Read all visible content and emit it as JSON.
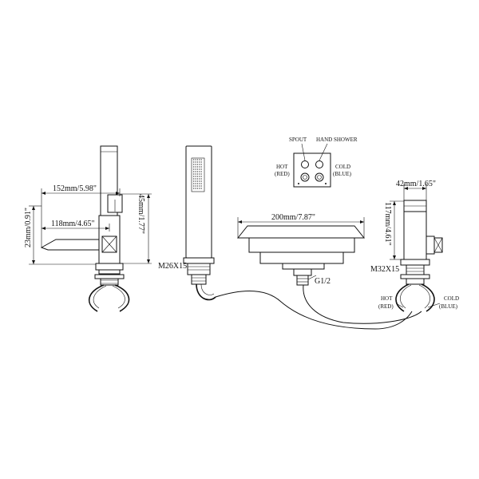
{
  "diagram": {
    "labels": {
      "spout_width": "152mm/5.98\"",
      "spout_reach": "118mm/4.65\"",
      "spout_outlet_height": "23mm/0.91\"",
      "lever_height": "45mm/1.77\"",
      "shower_thread": "M26X15",
      "panel_spout": "SPOUT",
      "panel_hand_shower": "HAND SHOWER",
      "panel_hot": "HOT",
      "panel_hot_color": "(RED)",
      "panel_cold": "COLD",
      "panel_cold_color": "(BLUE)",
      "spout_body_width": "200mm/7.87\"",
      "spout_thread": "G1/2",
      "mixer_width": "42mm/1.65\"",
      "mixer_height": "117mm/4.61\"",
      "mixer_thread": "M32X15",
      "hose_hot": "HOT",
      "hose_hot_color": "(RED)",
      "hose_cold": "COLD",
      "hose_cold_color": "(BLUE)"
    }
  }
}
